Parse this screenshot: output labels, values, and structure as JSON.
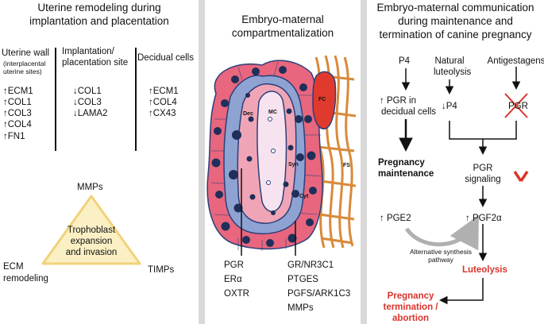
{
  "left": {
    "title_line1": "Uterine remodeling during",
    "title_line2": "implantation and placentation",
    "col_uterine": {
      "h1": "Uterine wall",
      "sub1": "(interplacental",
      "sub2": "uterine sites)",
      "items": [
        "↑ECM1",
        "↑COL1",
        "↑COL3",
        "↑COL4",
        "↑FN1"
      ]
    },
    "col_implant": {
      "h1": "Implantation/",
      "h2": "placentation site",
      "items": [
        "↓COL1",
        "↓COL3",
        "↓LAMA2"
      ]
    },
    "col_decidual": {
      "h1": "Decidual cells",
      "items": [
        "↑ECM1",
        "↑COL4",
        "↑CX43"
      ]
    },
    "triangle": {
      "top": "MMPs",
      "center1": "Trophoblast",
      "center2": "expansion",
      "center3": "and invasion",
      "left1": "ECM",
      "left2": "remodeling",
      "right": "TIMPs"
    }
  },
  "middle": {
    "title_line1": "Embryo-maternal",
    "title_line2": "compartmentalization",
    "labels": {
      "dec": "Dec",
      "mc": "MC",
      "syn": "Syn",
      "cyt": "Cyt",
      "fc": "FC",
      "fs": "FS"
    },
    "list_left": [
      "PGR",
      "ERα",
      "OXTR"
    ],
    "list_right": [
      "GR/NR3C1",
      "PTGES",
      "PGFS/ARK1C3",
      "MMPs"
    ]
  },
  "right": {
    "title_line1": "Embryo-maternal communication",
    "title_line2": "during maintenance and",
    "title_line3": "termination of canine pregnancy",
    "p4": "P4",
    "natural1": "Natural",
    "natural2": "luteolysis",
    "antigestagens": "Antigestagens",
    "pgr_decidual1": "↑ PGR in",
    "pgr_decidual2": "decidual cells",
    "down_p4": "↓P4",
    "pgr_crossed": "PGR",
    "pregnancy1": "Pregnancy",
    "pregnancy2": "maintenance",
    "pgr_signaling1": "PGR",
    "pgr_signaling2": "signaling",
    "pge2": "↑ PGE2",
    "pgf2a": "↑ PGF2α",
    "alt1": "Alternative synthesis",
    "alt2": "pathway",
    "luteolysis": "Luteolysis",
    "termination1": "Pregnancy",
    "termination2": "termination /",
    "termination3": "abortion",
    "accent": "#d9342b"
  }
}
